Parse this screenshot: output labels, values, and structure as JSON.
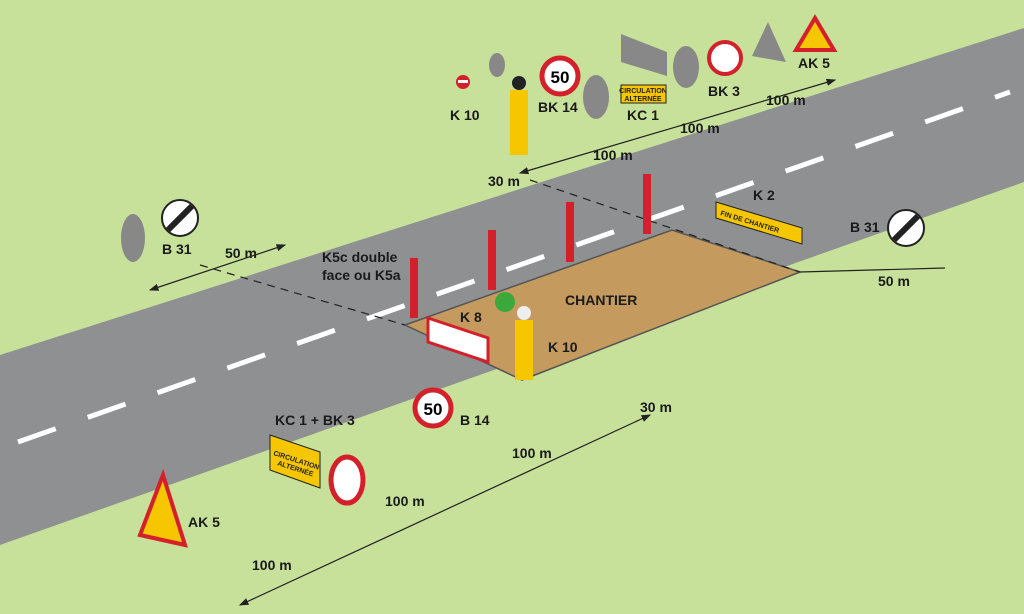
{
  "colors": {
    "grass": "#c7e09a",
    "road": "#8f9092",
    "worksite": "#c49a5e",
    "sign_red": "#d3202a",
    "sign_yellow": "#f6c600"
  },
  "worksite_label": "CHANTIER",
  "signs": {
    "k10_top": "K 10",
    "bk14_top": "BK 14",
    "speed_top": "50",
    "kc1_top": "KC 1",
    "bk3_top": "BK 3",
    "ak5_top": "AK 5",
    "circulation_line1": "CIRCULATION",
    "circulation_line2": "ALTERNÉE",
    "b31_left": "B 31",
    "b31_right": "B 31",
    "k2": "K 2",
    "k2_panel": "FIN DE CHANTIER",
    "k5c": "K5c double",
    "k5c_line2": "face ou K5a",
    "k8": "K 8",
    "k10_bottom": "K 10",
    "b14": "B 14",
    "speed_bottom": "50",
    "kc1_bk3": "KC 1 + BK 3",
    "ak5_bottom": "AK 5"
  },
  "distances": {
    "top_30": "30 m",
    "top_100_a": "100 m",
    "top_100_b": "100 m",
    "top_100_c": "100 m",
    "left_50": "50 m",
    "right_50": "50 m",
    "bottom_30": "30 m",
    "bottom_100_a": "100 m",
    "bottom_100_b": "100 m",
    "bottom_100_c": "100 m"
  }
}
